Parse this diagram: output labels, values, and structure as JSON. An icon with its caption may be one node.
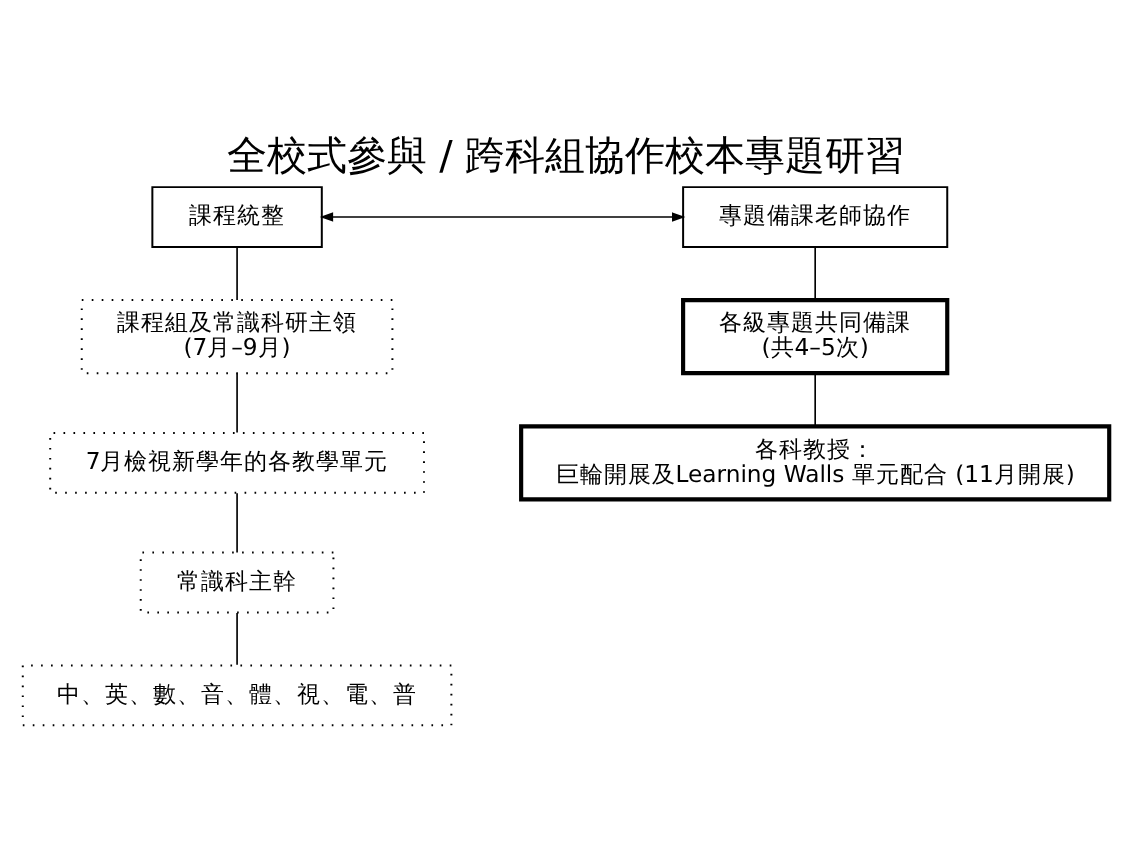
{
  "diagram": {
    "title": "全校式參與 / 跨科組協作校本專題研習",
    "nodes": [
      {
        "text": [
          "課程統整"
        ]
      },
      {
        "text": [
          "專題備課老師協作"
        ]
      },
      {
        "text": [
          "課程組及常識科研主領",
          "(7月–9月)"
        ]
      },
      {
        "text": [
          "各級專題共同備課",
          "(共4–5次)"
        ]
      },
      {
        "text": [
          "7月檢視新學年的各教學單元"
        ]
      },
      {
        "text": [
          "各科教授：",
          "巨輪開展及Learning Walls 單元配合 (11月開展)"
        ]
      },
      {
        "text": [
          "常識科主幹"
        ]
      },
      {
        "text": [
          "中、英、數、音、體、視、電、普"
        ]
      }
    ],
    "edges": [
      {
        "from": 0,
        "to": 1,
        "arrow": "both"
      },
      {
        "from": 0,
        "to": 2,
        "arrow": "none"
      },
      {
        "from": 2,
        "to": 4,
        "arrow": "none"
      },
      {
        "from": 4,
        "to": 6,
        "arrow": "none"
      },
      {
        "from": 6,
        "to": 7,
        "arrow": "none"
      },
      {
        "from": 1,
        "to": 3,
        "arrow": "none"
      },
      {
        "from": 3,
        "to": 5,
        "arrow": "none"
      }
    ]
  }
}
